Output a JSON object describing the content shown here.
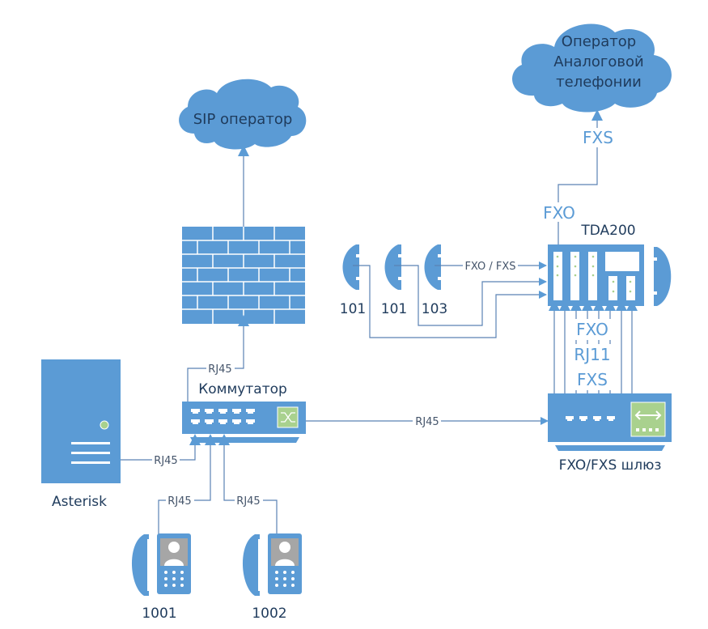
{
  "colors": {
    "shape_blue": "#5b9bd5",
    "line": "#5a82b4",
    "label_dark": "#1f3b5c",
    "label_mid": "#5b9bd5",
    "accent_green": "#a9d18e",
    "avatar_gray": "#a6a6a6"
  },
  "clouds": {
    "sip": {
      "label": "SIP оператор"
    },
    "analog": {
      "line1": "Оператор",
      "line2": "Аналоговой",
      "line3": "телефонии"
    }
  },
  "devices": {
    "asterisk": {
      "label": "Asterisk",
      "icon": "server-icon"
    },
    "switch": {
      "label": "Коммутатор",
      "icon": "switch-icon"
    },
    "gateway": {
      "label": "FXO/FXS шлюз",
      "icon": "gateway-icon"
    },
    "pbx": {
      "label": "TDA200",
      "icon": "pbx-icon"
    },
    "firewall": {
      "icon": "firewall-icon"
    }
  },
  "phones": {
    "ip": [
      {
        "label": "1001"
      },
      {
        "label": "1002"
      }
    ],
    "analog": [
      {
        "label": "101"
      },
      {
        "label": "101"
      },
      {
        "label": "103"
      }
    ]
  },
  "connections": {
    "switch_firewall": "RJ45",
    "asterisk_switch": "RJ45",
    "phone1001_switch": "RJ45",
    "phone1002_switch": "RJ45",
    "switch_gateway": "RJ45",
    "analog_phone_pbx": "FXO / FXS",
    "pbx_up": "FXO",
    "analog_op_down": "FXS",
    "gateway_pbx_1": "FXO",
    "gateway_pbx_2": "RJ11",
    "gateway_pbx_3": "FXS"
  }
}
